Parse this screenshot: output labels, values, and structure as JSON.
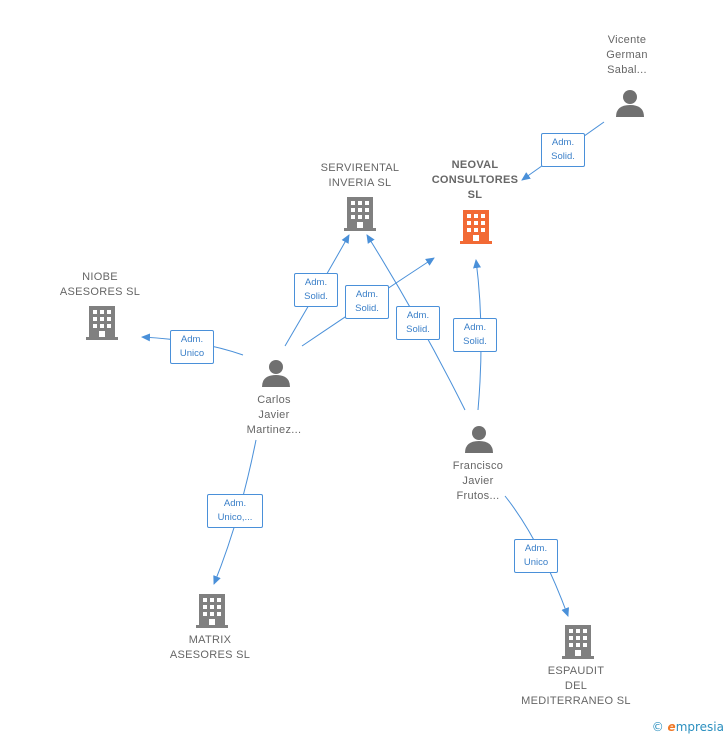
{
  "nodes": {
    "vicente": {
      "label_lines": [
        "Vicente",
        "German",
        "Sabal..."
      ]
    },
    "neoval": {
      "label_lines": [
        "NEOVAL",
        "CONSULTORES",
        "SL"
      ]
    },
    "servirental": {
      "label_lines": [
        "SERVIRENTAL",
        "INVERIA SL"
      ]
    },
    "niobe": {
      "label_lines": [
        "NIOBE",
        "ASESORES SL"
      ]
    },
    "carlos": {
      "label_lines": [
        "Carlos",
        "Javier",
        "Martinez..."
      ]
    },
    "francisco": {
      "label_lines": [
        "Francisco",
        "Javier",
        "Frutos..."
      ]
    },
    "matrix": {
      "label_lines": [
        "MATRIX",
        "ASESORES SL"
      ]
    },
    "espaudit": {
      "label_lines": [
        "ESPAUDIT",
        "DEL",
        "MEDITERRANEO SL"
      ]
    }
  },
  "badges": {
    "vicente_neoval": [
      "Adm.",
      "Solid."
    ],
    "carlos_servirental": [
      "Adm.",
      "Solid."
    ],
    "carlos_neoval": [
      "Adm.",
      "Solid."
    ],
    "francisco_servirental": [
      "Adm.",
      "Solid."
    ],
    "francisco_neoval": [
      "Adm.",
      "Solid."
    ],
    "carlos_niobe": [
      "Adm.",
      "Unico"
    ],
    "carlos_matrix": [
      "Adm.",
      "Unico,..."
    ],
    "francisco_espaudit": [
      "Adm.",
      "Unico"
    ]
  },
  "colors": {
    "edge": "#4a90d9",
    "person_icon": "#707070",
    "company_icon": "#808080",
    "focus_company_icon": "#f26a35"
  },
  "icons": {
    "person": "person-icon",
    "company": "building-icon"
  },
  "watermark": {
    "symbol": "©",
    "brand_e": "e",
    "brand_rest": "mpresia"
  }
}
